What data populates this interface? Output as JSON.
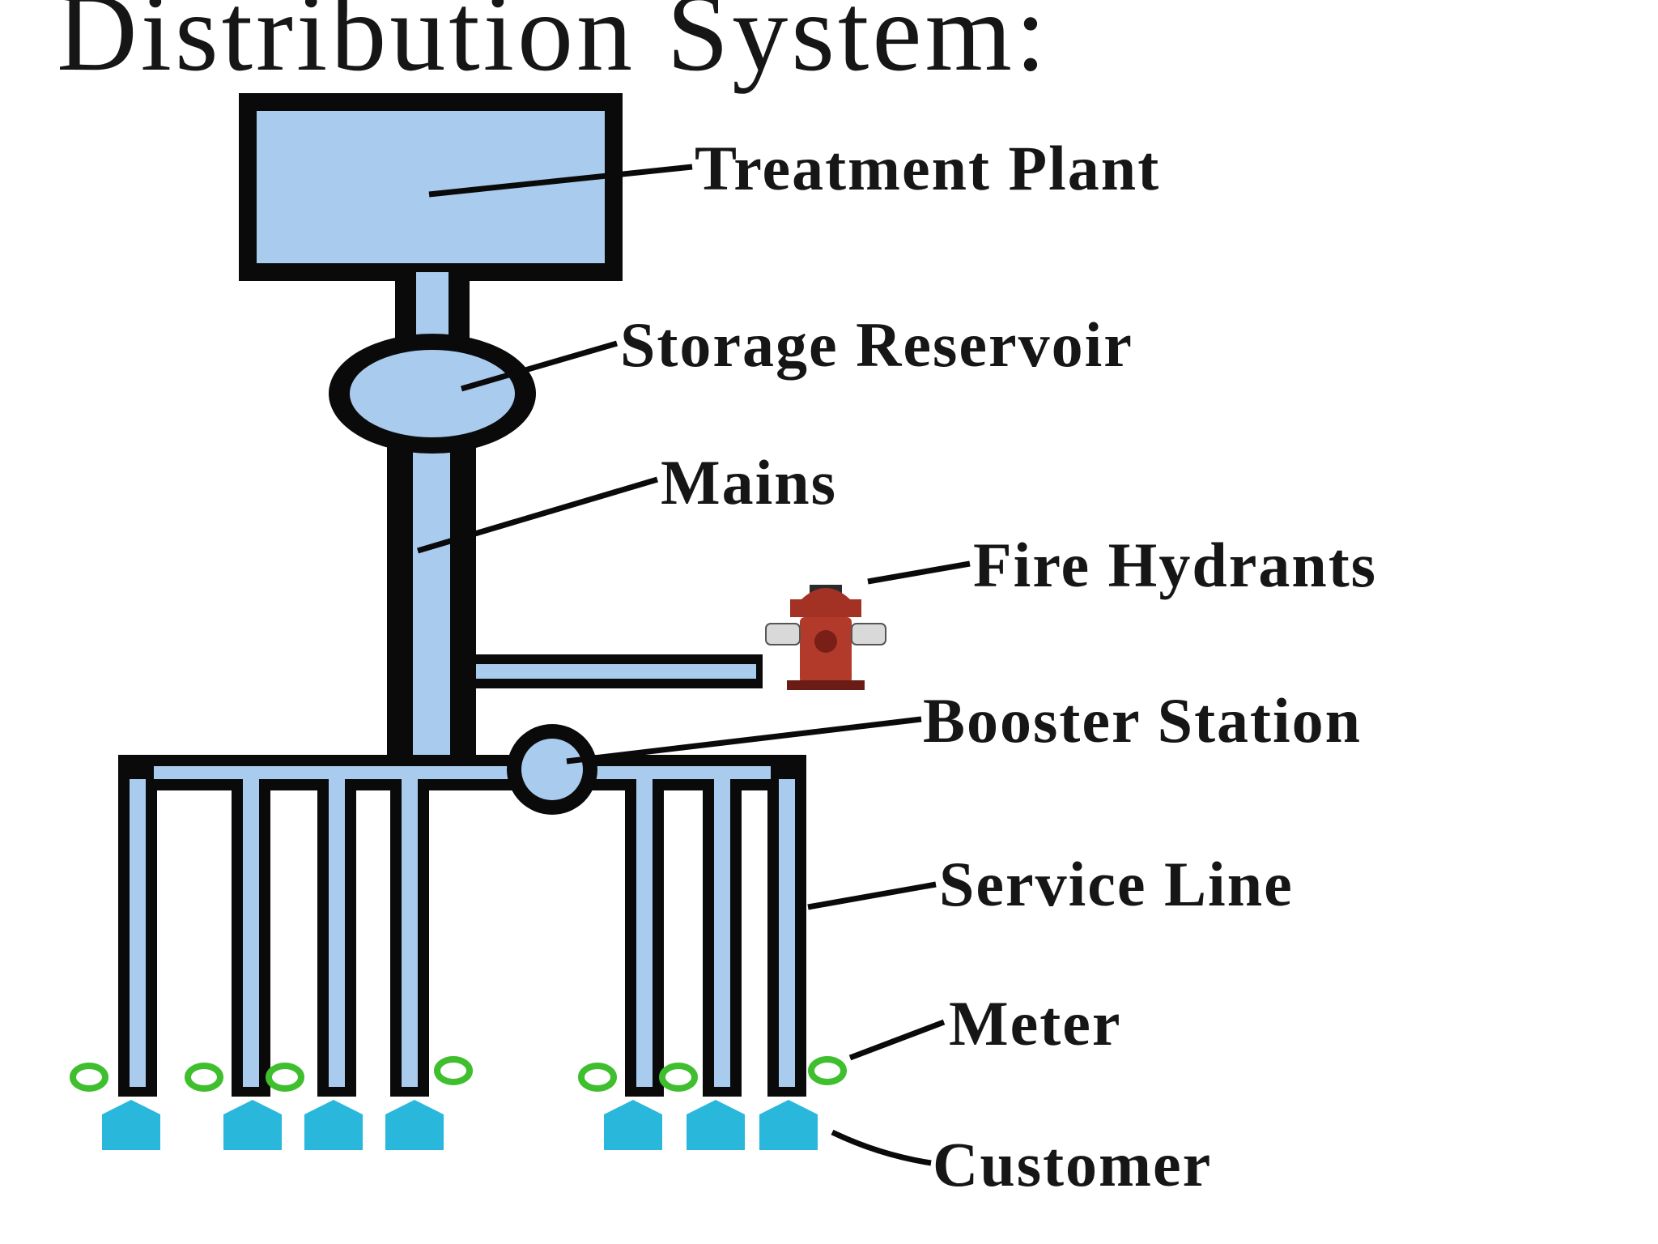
{
  "title": "Distribution System:",
  "labels": {
    "treatment_plant": "Treatment Plant",
    "storage_reservoir": "Storage Reservoir",
    "mains": "Mains",
    "fire_hydrants": "Fire Hydrants",
    "booster_station": "Booster Station",
    "service_line": "Service Line",
    "meter": "Meter",
    "customer": "Customer"
  },
  "colors": {
    "pipe_outline": "#0a0a0a",
    "water_fill": "#a9cbee",
    "meter_ring": "#3fbf2e",
    "customer": "#29b7dc",
    "hydrant_red": "#b23a2b"
  }
}
